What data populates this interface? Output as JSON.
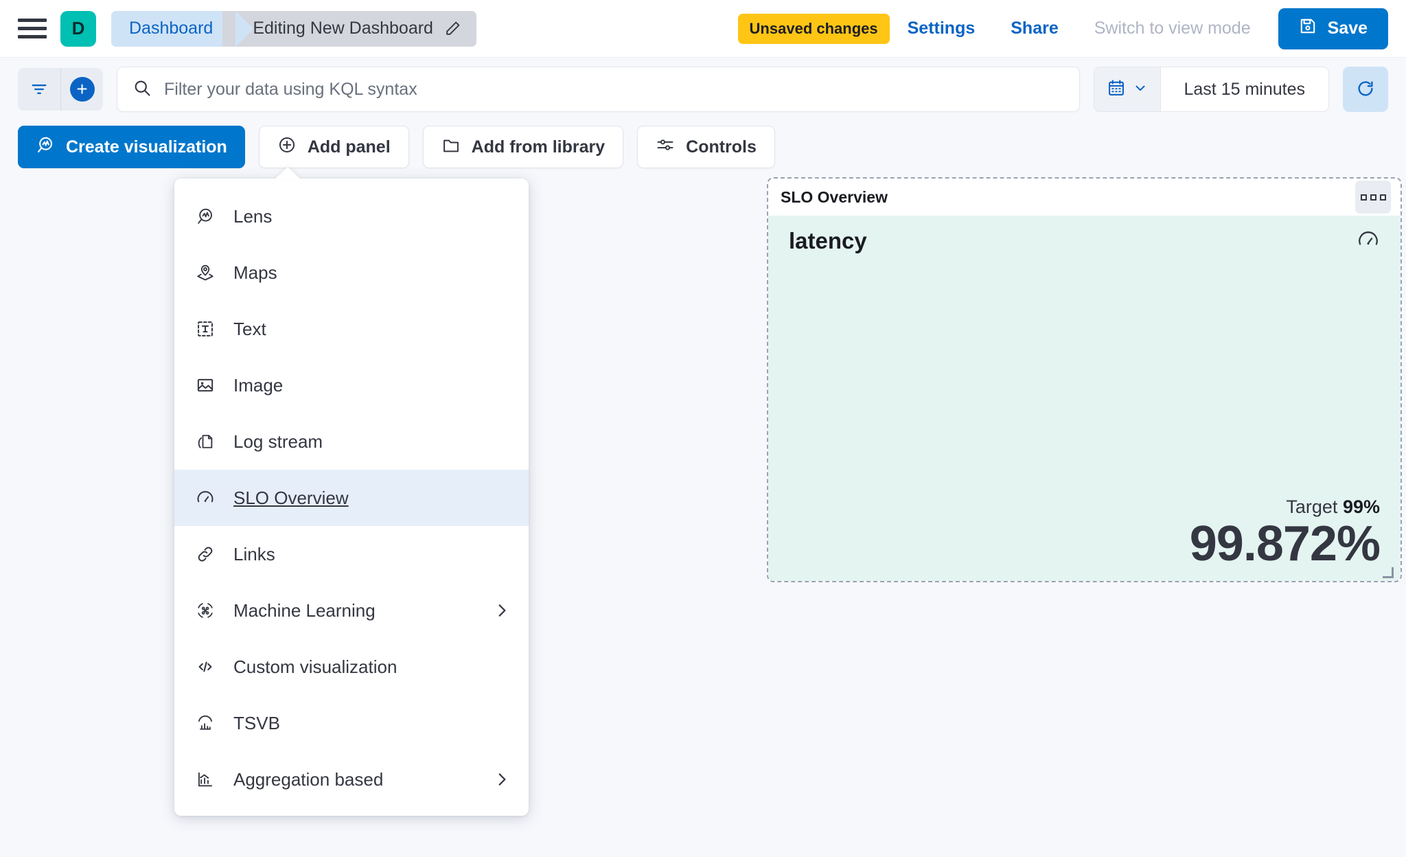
{
  "header": {
    "menu_icon": "hamburger-menu-icon",
    "space_initial": "D",
    "breadcrumbs": [
      {
        "label": "Dashboard",
        "icon": ""
      },
      {
        "label": "Editing New Dashboard",
        "icon": "pencil-icon"
      }
    ],
    "unsaved_badge": "Unsaved changes",
    "settings_label": "Settings",
    "share_label": "Share",
    "switch_view_label": "Switch to view mode",
    "save_label": "Save",
    "save_icon": "save-disk-icon",
    "colors": {
      "accent_blue": "#0077cc",
      "link_blue": "#0b64c4",
      "badge_yellow": "#fec514",
      "space_teal": "#00bfb3",
      "disabled_gray": "#afb5c4"
    }
  },
  "query_bar": {
    "filter_icon": "filter-icon",
    "add_filter_icon": "plus-circle-icon",
    "search_icon": "search-icon",
    "search_value": "",
    "search_placeholder": "Filter your data using KQL syntax",
    "date_picker": {
      "calendar_icon": "calendar-icon",
      "chevron_icon": "chevron-down-icon",
      "value": "Last 15 minutes"
    },
    "refresh_icon": "refresh-icon"
  },
  "toolbar": {
    "buttons": [
      {
        "label": "Create visualization",
        "icon": "lens-icon",
        "primary": true
      },
      {
        "label": "Add panel",
        "icon": "plus-circle-outline-icon",
        "primary": false
      },
      {
        "label": "Add from library",
        "icon": "folder-icon",
        "primary": false
      },
      {
        "label": "Controls",
        "icon": "sliders-icon",
        "primary": false
      }
    ]
  },
  "add_panel_menu": {
    "items": [
      {
        "label": "Lens",
        "icon": "lens-icon",
        "selected": false,
        "has_submenu": false
      },
      {
        "label": "Maps",
        "icon": "map-pin-layers-icon",
        "selected": false,
        "has_submenu": false
      },
      {
        "label": "Text",
        "icon": "text-box-icon",
        "selected": false,
        "has_submenu": false
      },
      {
        "label": "Image",
        "icon": "image-icon",
        "selected": false,
        "has_submenu": false
      },
      {
        "label": "Log stream",
        "icon": "log-stream-icon",
        "selected": false,
        "has_submenu": false
      },
      {
        "label": "SLO Overview",
        "icon": "gauge-icon",
        "selected": true,
        "has_submenu": false
      },
      {
        "label": "Links",
        "icon": "link-icon",
        "selected": false,
        "has_submenu": false
      },
      {
        "label": "Machine Learning",
        "icon": "machine-learning-icon",
        "selected": false,
        "has_submenu": true
      },
      {
        "label": "Custom visualization",
        "icon": "code-icon",
        "selected": false,
        "has_submenu": false
      },
      {
        "label": "TSVB",
        "icon": "tsvb-chart-icon",
        "selected": false,
        "has_submenu": false
      },
      {
        "label": "Aggregation based",
        "icon": "aggregation-chart-icon",
        "selected": false,
        "has_submenu": true
      }
    ]
  },
  "slo_panel": {
    "panel_title": "SLO Overview",
    "panel_menu_icon": "panel-context-menu-icon",
    "metric_name": "latency",
    "gauge_icon": "gauge-icon",
    "target_label": "Target",
    "target_value": "99%",
    "sli_value": "99.872%",
    "background_color": "#e4f4f1"
  }
}
